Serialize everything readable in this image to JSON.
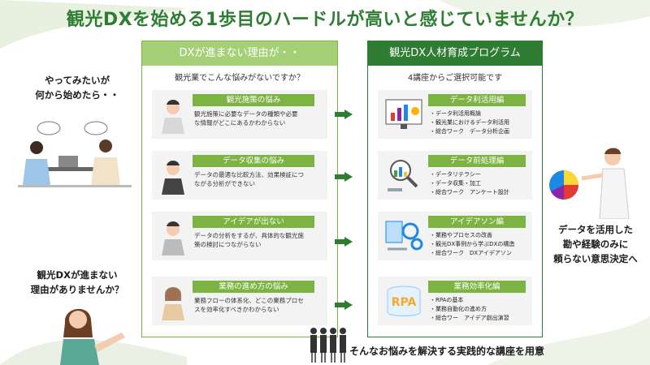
{
  "title": "観光DXを始める1歩目のハードルが高いと感じていませんか？",
  "left_bubble": {
    "line1": "やってみたいが",
    "line2": "何から始めたら・・"
  },
  "left_bottom": {
    "line1": "観光DXが進まない",
    "line2": "理由がありませんか？"
  },
  "right_bubble": {
    "line1": "データを活用した",
    "line2": "勘や経験のみに",
    "line3": "頼らない意思決定へ"
  },
  "left_panel": {
    "header": "DXが進まない理由が・・",
    "subtitle": "観光業でこんな悩みがないですか？",
    "cards": [
      {
        "label": "観光施策の悩み",
        "lines": [
          "観光施策に必要なデータの種類や必要",
          "な情報がどこにあるかわからない"
        ]
      },
      {
        "label": "データ収集の悩み",
        "lines": [
          "データの最適な比較方法、効果検証につ",
          "ながる分析ができない"
        ]
      },
      {
        "label": "アイデアが出ない",
        "lines": [
          "データの分析をするが、具体的な観光施",
          "策の検討につながらない"
        ]
      },
      {
        "label": "業務の進め方の悩み",
        "lines": [
          "業務フローの体系化、どこの業務プロセ",
          "スを効率化すべきかわからない"
        ]
      }
    ]
  },
  "right_panel": {
    "header": "観光DX人材育成プログラム",
    "subtitle": "4講座からご選択可能です",
    "cards": [
      {
        "label": "データ利活用編",
        "items": [
          "・データ利活用概論",
          "・観光業におけるデータ利活用",
          "・総合ワーク　データ分析企画"
        ]
      },
      {
        "label": "データ前処理編",
        "items": [
          "・データリテラシー",
          "・データ収集・加工",
          "・総合ワーク　アンケート設計"
        ]
      },
      {
        "label": "アイデアソン編",
        "items": [
          "・業務やプロセスの改善",
          "・観光DX事例から学ぶDXの構造",
          "・総合ワーク　DXアイデアソン"
        ]
      },
      {
        "label": "業務効率化編",
        "items": [
          "・RPAの基本",
          "・業務自動化の進め方",
          "・総合ワー　アイデア創出演習"
        ]
      }
    ]
  },
  "rpa_text": "RPA",
  "bottom_text": "そんなお悩みを解決する実践的な講座を用意",
  "colors": {
    "accent": "#7cb342",
    "header_green": "#8bc34a",
    "title_green": "#2e7d32",
    "arrow": "#2e7d32",
    "card_bg": "#f3f3f3"
  }
}
